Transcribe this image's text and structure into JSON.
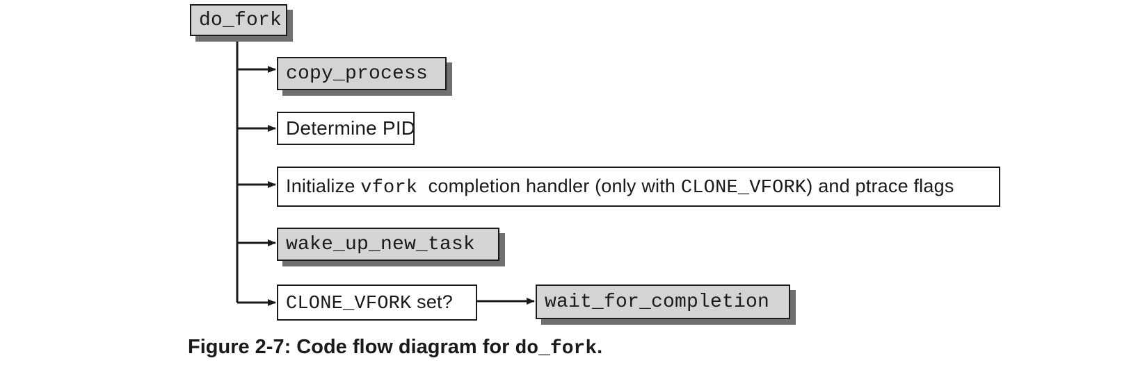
{
  "diagram": {
    "root": {
      "label": "do_fork"
    },
    "steps": {
      "copy_process": {
        "label": "copy_process"
      },
      "determine_pid": {
        "label": "Determine PID"
      },
      "init_vfork": {
        "prefix": "Initialize ",
        "code1": "vfork",
        "middle": "  completion handler (only with ",
        "code2": "CLONE_VFORK",
        "suffix": ") and ptrace flags"
      },
      "wake_up": {
        "label": "wake_up_new_task"
      },
      "clone_check": {
        "code": "CLONE_VFORK",
        "suffix": " set?"
      },
      "wait": {
        "label": "wait_for_completion"
      }
    }
  },
  "caption": {
    "prefix": "Figure 2-7: Code flow diagram for ",
    "code": "do_fork",
    "suffix": "."
  },
  "colors": {
    "line": "#1a1a1a",
    "function_fill": "#d4d4d4",
    "function_shadow": "#707070",
    "step_fill": "#ffffff"
  }
}
